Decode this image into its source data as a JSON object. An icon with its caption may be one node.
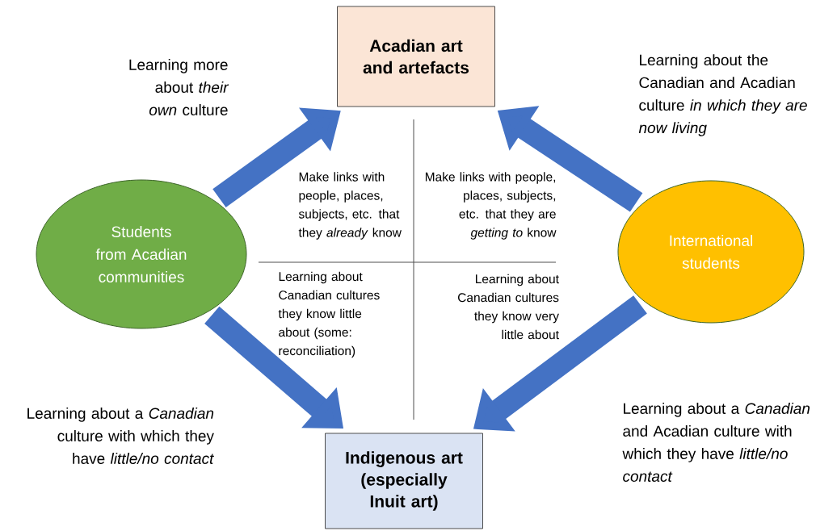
{
  "diagram": {
    "nodes": [
      {
        "text": [
          "Acadian art and artefacts"
        ]
      },
      {
        "text": [
          "Students from Acadian communities"
        ]
      },
      {
        "text": [
          "International students"
        ]
      },
      {
        "text": [
          "Indigenous art (especially Inuit art)"
        ]
      }
    ],
    "edges": [
      {
        "from": 1,
        "to": 0,
        "arrow": "to",
        "label": "Learning more about *their own* culture"
      },
      {
        "from": 2,
        "to": 0,
        "arrow": "to",
        "label": "Learning about the Canadian and Acadian culture *in which they are now living*"
      },
      {
        "from": 1,
        "to": 3,
        "arrow": "to",
        "label": "Learning about a *Canadian* culture with which they have *little/no contact*"
      },
      {
        "from": 2,
        "to": 3,
        "arrow": "to",
        "label": "Learning about a *Canadian* and Acadian culture with which they have *little/no contact*"
      }
    ],
    "labels": [
      "Make links with people, places, subjects, etc. that they *already* know",
      "Make links with people, places, subjects, etc. that they are *getting to* know",
      "Learning about Canadian cultures they know little about (some: reconciliation)",
      "Learning about Canadian cultures they know very little about"
    ]
  }
}
